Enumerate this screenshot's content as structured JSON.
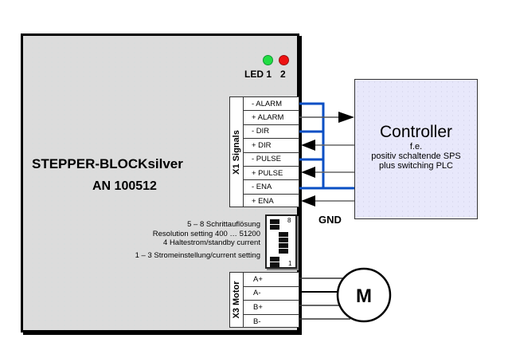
{
  "device": {
    "title": "STEPPER-BLOCKsilver",
    "id": "AN 100512",
    "leds": [
      {
        "label": "LED 1",
        "color": "#00cc44"
      },
      {
        "label": "2",
        "color": "#ee0000"
      }
    ]
  },
  "x1": {
    "label": "X1 Signals",
    "rows": [
      "- ALARM",
      "+ ALARM",
      "- DIR",
      "+ DIR",
      "- PULSE",
      "+ PULSE",
      "- ENA",
      "+ ENA"
    ],
    "wire_color": "#0a4fc4"
  },
  "dip": {
    "lines": [
      "5 – 8 Schrittauflösung",
      "Resolution setting 400 … 51200",
      "4  Haltestrom/standby current",
      "1 – 3 Stromeinstellung/current setting"
    ],
    "top_number": "8",
    "bottom_number": "1"
  },
  "x3": {
    "label": "X3 Motor",
    "rows": [
      "A+",
      "A-",
      "B+",
      "B-"
    ]
  },
  "controller": {
    "title": "Controller",
    "sub": [
      "f.e.",
      "positiv schaltende SPS",
      "plus switching PLC"
    ],
    "fill": "#e8e8fb"
  },
  "gnd_label": "GND",
  "motor": {
    "label": "M"
  }
}
